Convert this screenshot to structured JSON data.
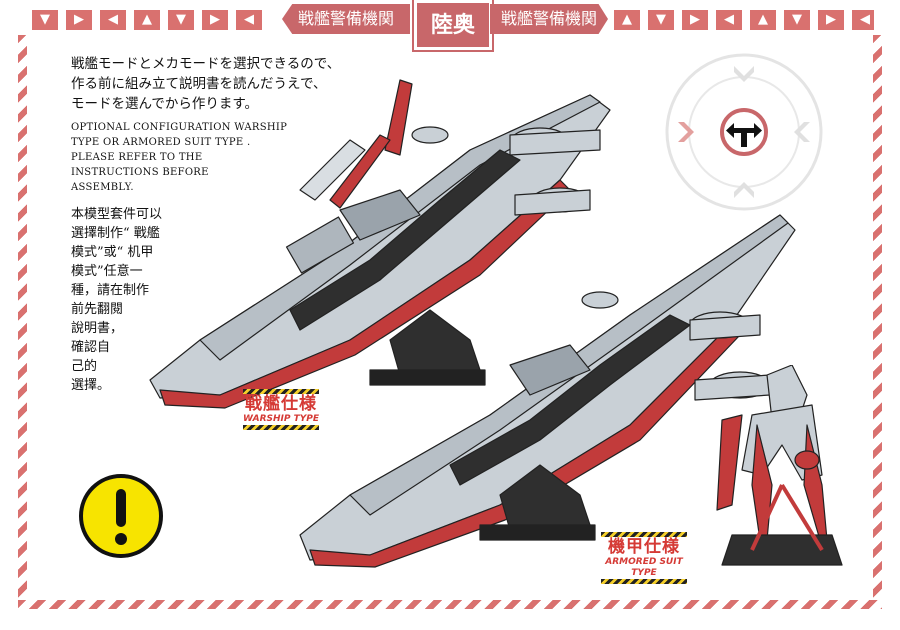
{
  "header": {
    "left_banner": "戦艦警備機関",
    "center_title": "陸奥",
    "right_banner": "戦艦警備機関",
    "chevron_icons": [
      "chevron-down-icon",
      "chevron-right-icon",
      "chevron-left-icon",
      "chevron-up-icon"
    ]
  },
  "instructions": {
    "japanese": [
      "戦艦モードとメカモードを選択できるので、",
      "作る前に組み立て説明書を読んだうえで、",
      "モードを選んでから作ります。"
    ],
    "english": [
      "OPTIONAL CONFIGURATION WARSHIP",
      "TYPE OR ARMORED SUIT TYPE .",
      "PLEASE REFER TO THE",
      "INSTRUCTIONS BEFORE",
      "ASSEMBLY."
    ],
    "chinese": [
      "本模型套件可以",
      "選擇制作“ 戰艦",
      "模式”或“ 机甲",
      "模式”任意一",
      "種，請在制作",
      "前先翻閱",
      "說明書，",
      "確認自",
      "己的",
      "選擇。"
    ]
  },
  "labels": {
    "warship": {
      "jp": "戦艦仕様",
      "en": "WARSHIP TYPE"
    },
    "armored": {
      "jp": "機甲仕様",
      "en": "ARMORED SUIT TYPE"
    }
  },
  "icons": {
    "warning": "exclamation-warning-icon",
    "branch": "fork-arrow-icon"
  },
  "colors": {
    "accent": "#c8676a",
    "stripe": "#d9716f",
    "hull": "#c9d0d6",
    "dark": "#2b2b2b",
    "warning_yellow": "#f7e400",
    "label_red": "#d53a35"
  }
}
